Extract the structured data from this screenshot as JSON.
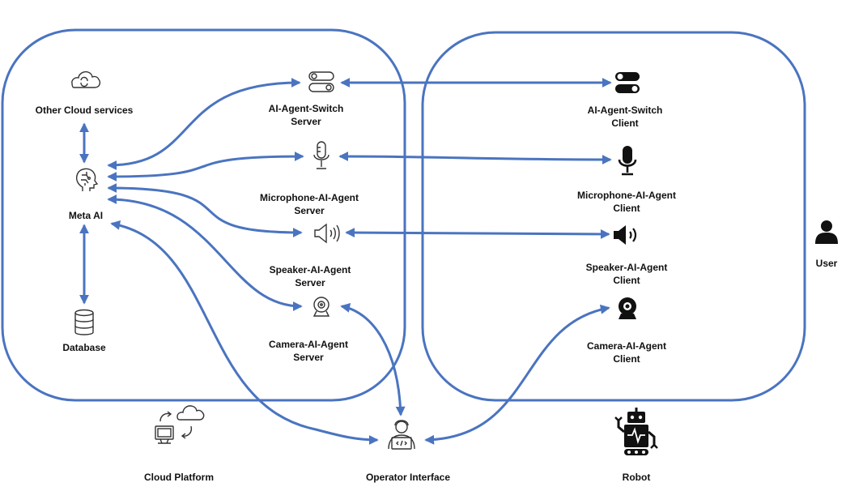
{
  "diagram": {
    "regions": {
      "cloud": "",
      "robot": ""
    },
    "nodes": {
      "other_cloud_services": {
        "label": "Other Cloud services",
        "icon": "cloud-sync-icon"
      },
      "meta_ai": {
        "label": "Meta AI",
        "icon": "ai-brain-icon"
      },
      "database": {
        "label": "Database",
        "icon": "database-icon"
      },
      "switch_server": {
        "label_line1": "AI-Agent-Switch",
        "label_line2": "Server",
        "icon": "toggle-switch-outline-icon"
      },
      "mic_server": {
        "label_line1": "Microphone-AI-Agent",
        "label_line2": "Server",
        "icon": "microphone-outline-icon"
      },
      "speaker_server": {
        "label_line1": "Speaker-AI-Agent",
        "label_line2": "Server",
        "icon": "speaker-outline-icon"
      },
      "camera_server": {
        "label_line1": "Camera-AI-Agent",
        "label_line2": "Server",
        "icon": "webcam-outline-icon"
      },
      "switch_client": {
        "label_line1": "AI-Agent-Switch",
        "label_line2": "Client",
        "icon": "toggle-switch-filled-icon"
      },
      "mic_client": {
        "label_line1": "Microphone-AI-Agent",
        "label_line2": "Client",
        "icon": "microphone-filled-icon"
      },
      "speaker_client": {
        "label_line1": "Speaker-AI-Agent",
        "label_line2": "Client",
        "icon": "speaker-filled-icon"
      },
      "camera_client": {
        "label_line1": "Camera-AI-Agent",
        "label_line2": "Client",
        "icon": "webcam-filled-icon"
      },
      "user": {
        "label": "User",
        "icon": "user-icon"
      },
      "cloud_platform": {
        "label": "Cloud Platform",
        "icon": "cloud-platform-icon"
      },
      "operator_interface": {
        "label": "Operator Interface",
        "icon": "operator-icon"
      },
      "robot": {
        "label": "Robot",
        "icon": "robot-icon"
      }
    },
    "edges": [
      {
        "from": "other_cloud_services",
        "to": "meta_ai",
        "direction": "both"
      },
      {
        "from": "meta_ai",
        "to": "database",
        "direction": "both"
      },
      {
        "from": "meta_ai",
        "to": "switch_server",
        "direction": "both"
      },
      {
        "from": "meta_ai",
        "to": "mic_server",
        "direction": "both"
      },
      {
        "from": "meta_ai",
        "to": "speaker_server",
        "direction": "both"
      },
      {
        "from": "meta_ai",
        "to": "camera_server",
        "direction": "both"
      },
      {
        "from": "meta_ai",
        "to": "operator_interface",
        "direction": "both"
      },
      {
        "from": "switch_server",
        "to": "switch_client",
        "direction": "both"
      },
      {
        "from": "mic_server",
        "to": "mic_client",
        "direction": "both"
      },
      {
        "from": "speaker_server",
        "to": "speaker_client",
        "direction": "both"
      },
      {
        "from": "camera_server",
        "to": "operator_interface",
        "direction": "both"
      },
      {
        "from": "camera_client",
        "to": "operator_interface",
        "direction": "both"
      }
    ],
    "colors": {
      "edge": "#4a74c0",
      "icon": "#111111",
      "outline_icon": "#333333"
    }
  }
}
